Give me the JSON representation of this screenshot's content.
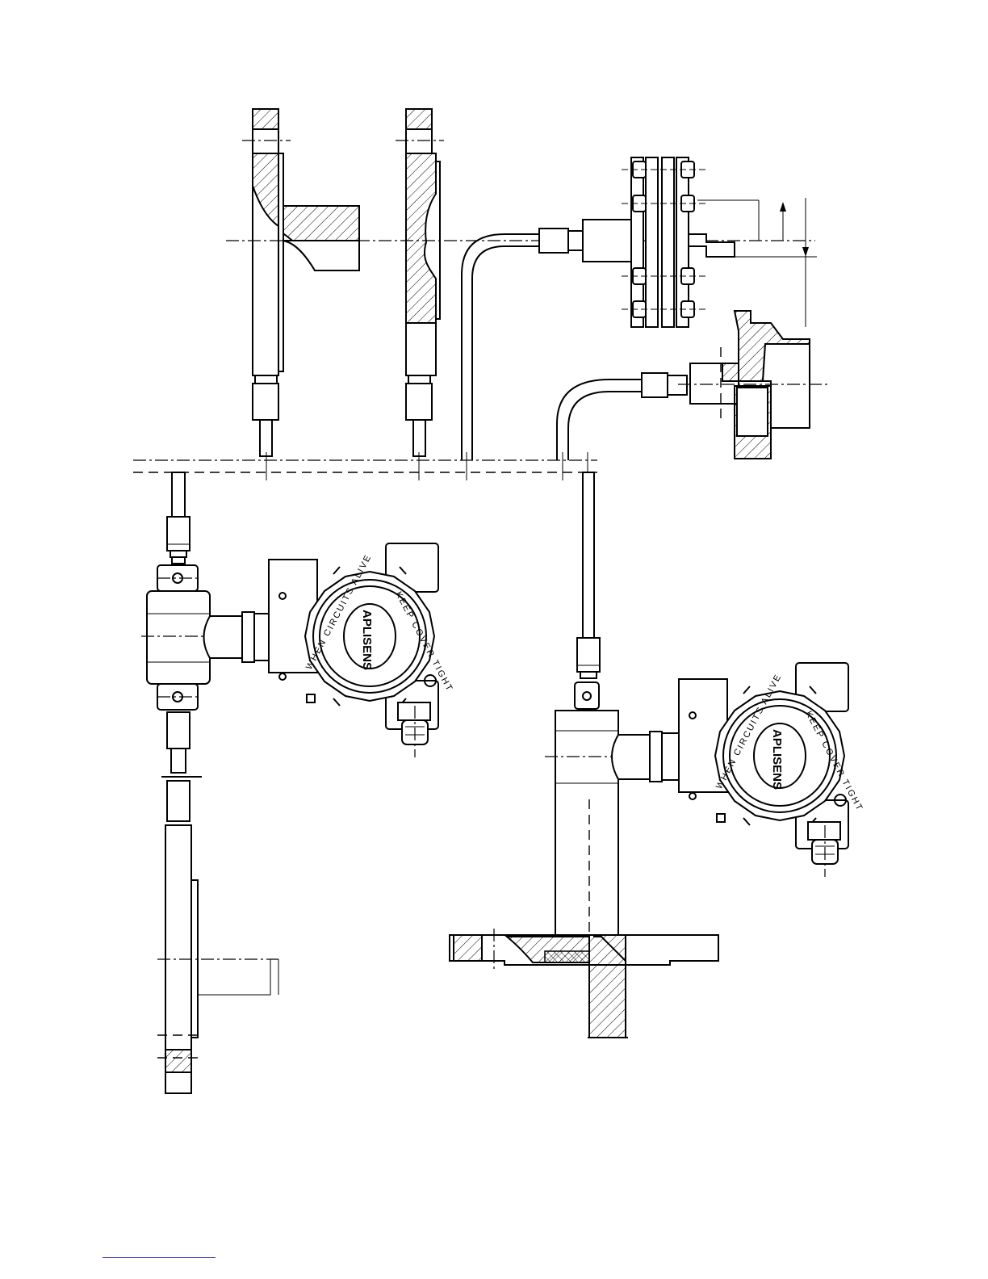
{
  "housing_plate": {
    "arc_left": "WHEN CIRCUITS ALIVE",
    "arc_right": "KEEP COVER TIGHT",
    "brand": "APLISENS"
  },
  "colors": {
    "line": "#000000",
    "background": "#ffffff",
    "footer_rule": "#3b3bbd"
  }
}
